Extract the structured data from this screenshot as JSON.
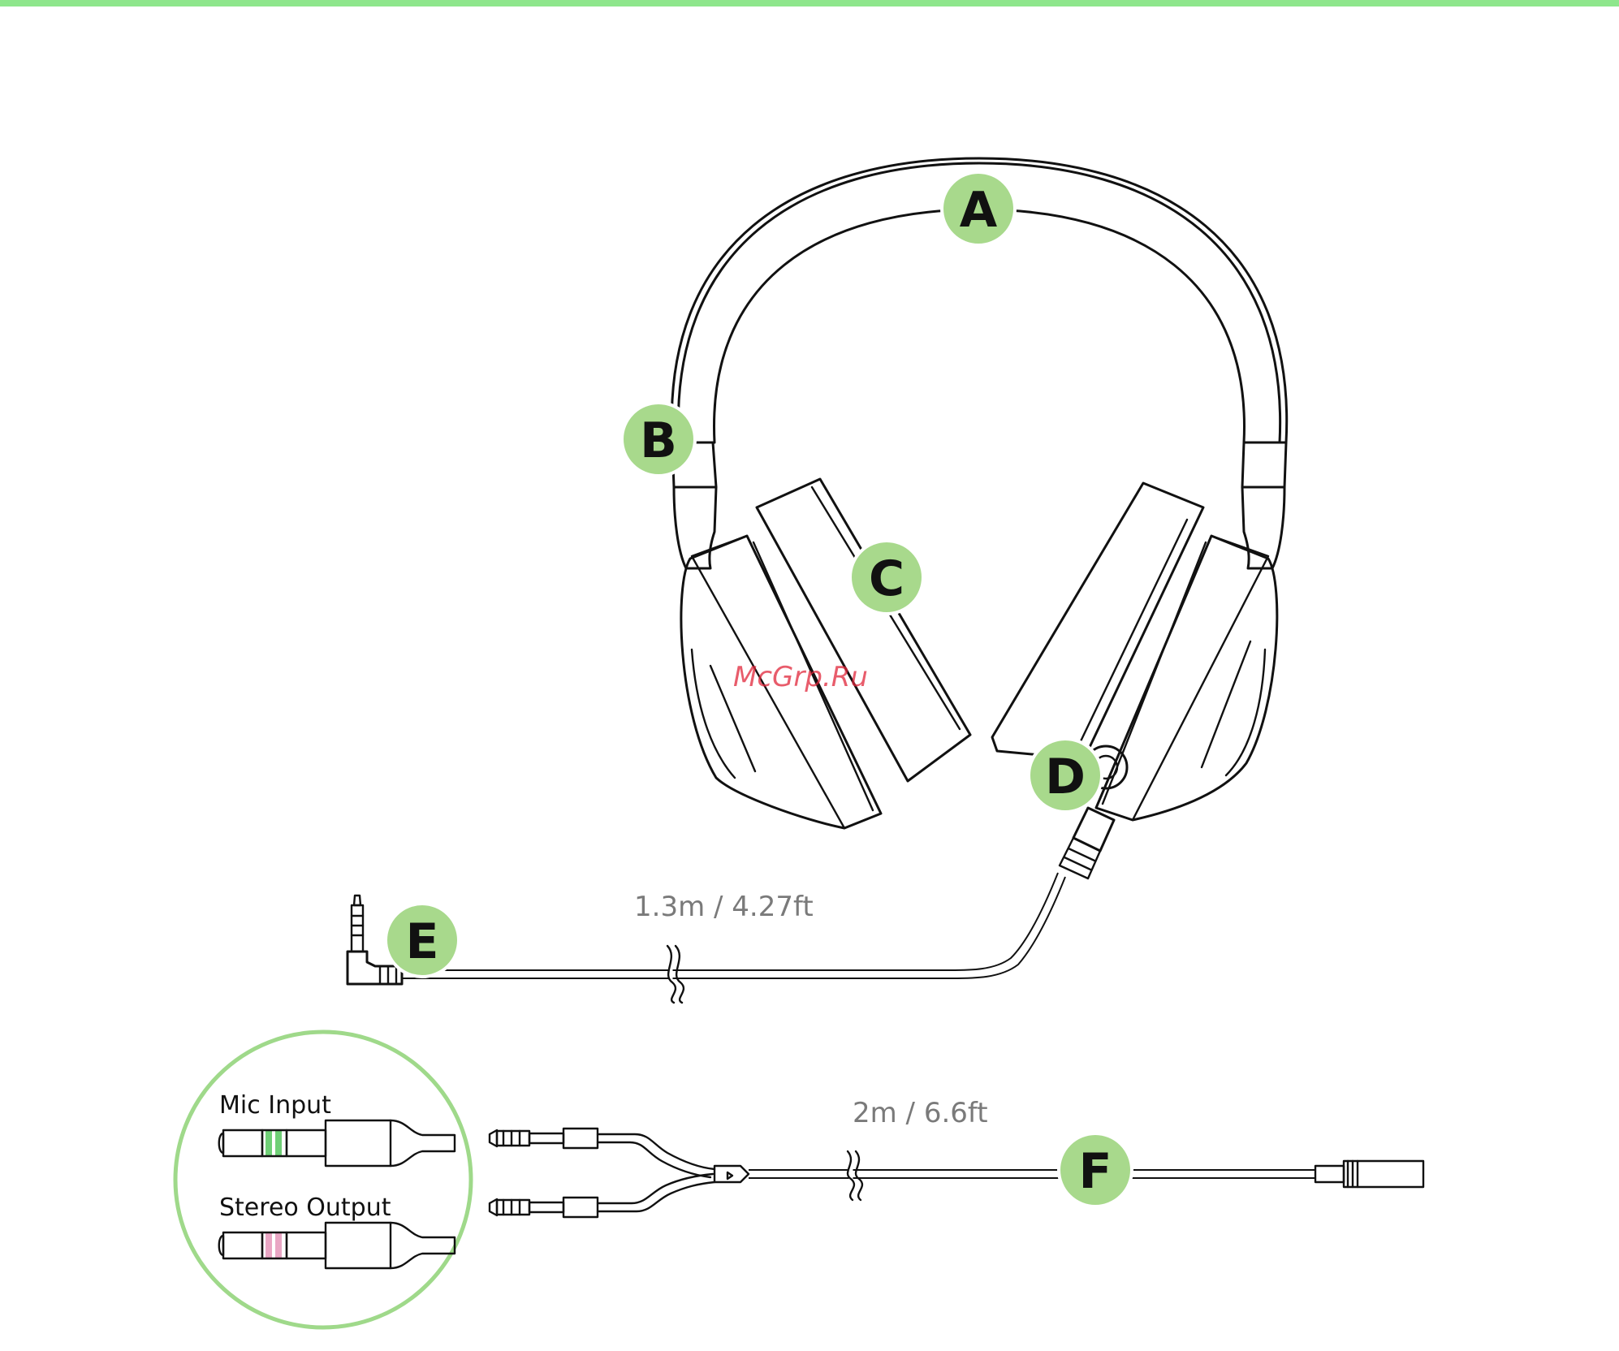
{
  "colors": {
    "accent_bar": "#8ee68c",
    "callout_fill": "#a8d98c",
    "callout_stroke": "#ffffff",
    "detail_ring": "#9fd98a",
    "mic_band": "#6fcf76",
    "stereo_band": "#e9a6c4",
    "dimension_text": "#7a7a7a",
    "watermark": "#e0263a"
  },
  "callouts": {
    "a": "A",
    "b": "B",
    "c": "C",
    "d": "D",
    "e": "E",
    "f": "F"
  },
  "dimensions": {
    "headset_cable": "1.3m / 4.27ft",
    "splitter_cable": "2m / 6.6ft"
  },
  "detail": {
    "mic_input": "Mic Input",
    "stereo_output": "Stereo Output"
  },
  "watermark": "McGrp.Ru",
  "icons": [
    "headset-drawing",
    "audio-jack-icon",
    "splitter-cable-icon"
  ]
}
